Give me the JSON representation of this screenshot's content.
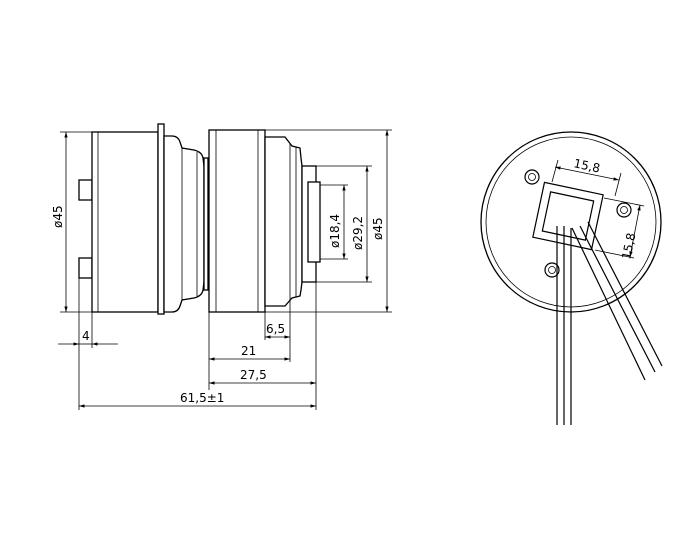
{
  "dimensions": {
    "left_diameter": "ø45",
    "inner_diameter_small": "ø18,4",
    "inner_diameter_mid": "ø29,2",
    "right_diameter": "ø45",
    "flange_width": "4",
    "boss_width": "6,5",
    "body_length": "21",
    "body_total": "27,5",
    "overall_length": "61,5±1",
    "square_width": "15,8",
    "square_height": "15,8"
  },
  "colors": {
    "line": "#000000",
    "background": "#ffffff"
  }
}
